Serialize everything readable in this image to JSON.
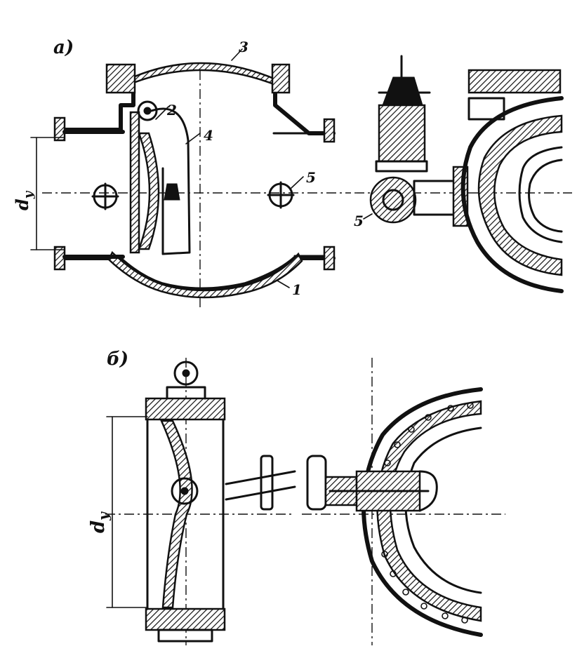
{
  "figure_a": {
    "panel_label": "а)",
    "dimension_label": "d",
    "dimension_sub": "y",
    "callouts": [
      "1",
      "2",
      "3",
      "4",
      "5",
      "5"
    ]
  },
  "figure_b": {
    "panel_label": "б)",
    "dimension_label": "d",
    "dimension_sub": "y"
  },
  "colors": {
    "ink": "#111111",
    "paper": "#ffffff"
  }
}
